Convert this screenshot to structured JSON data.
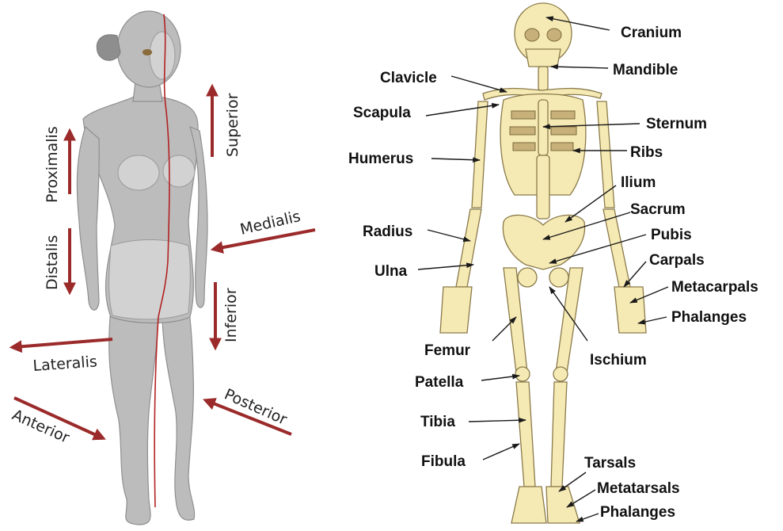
{
  "colors": {
    "arrow": "#9b2a2a",
    "bone_fill": "#f6eab4",
    "body_fill": "#bcbcbc",
    "midline": "#b22222"
  },
  "directional_terms": {
    "superior": "Superior",
    "proximalis": "Proximalis",
    "distalis": "Distalis",
    "medialis": "Medialis",
    "inferior": "Inferior",
    "lateralis": "Lateralis",
    "posterior": "Posterior",
    "anterior": "Anterior"
  },
  "bones": {
    "cranium": "Cranium",
    "mandible": "Mandible",
    "clavicle": "Clavicle",
    "scapula": "Scapula",
    "sternum": "Sternum",
    "humerus": "Humerus",
    "ribs": "Ribs",
    "ilium": "Ilium",
    "sacrum": "Sacrum",
    "radius": "Radius",
    "pubis": "Pubis",
    "carpals": "Carpals",
    "ulna": "Ulna",
    "metacarpals": "Metacarpals",
    "phalanges_hand": "Phalanges",
    "femur": "Femur",
    "ischium": "Ischium",
    "patella": "Patella",
    "tibia": "Tibia",
    "fibula": "Fibula",
    "tarsals": "Tarsals",
    "metatarsals": "Metatarsals",
    "phalanges_foot": "Phalanges"
  }
}
